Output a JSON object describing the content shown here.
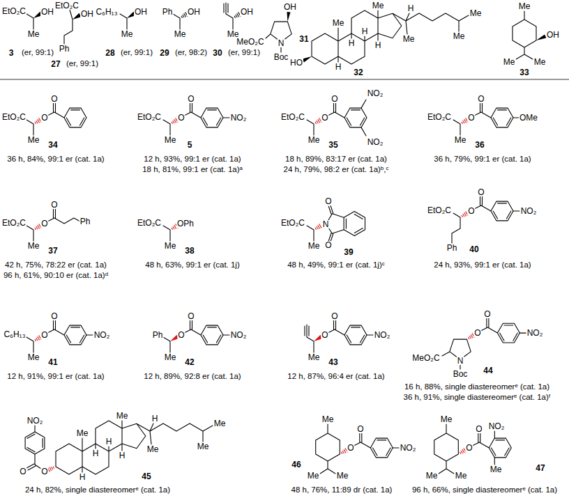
{
  "diagram": {
    "labels": [
      "EtO₂C",
      "OH",
      "Me",
      "3",
      "(er, 99:1)",
      "EtO₂C",
      "OH",
      "Ph",
      "27",
      "(er, 99:1)",
      "C₆H₁₃",
      "OH",
      "Me",
      "28",
      "(er, 99:1)",
      "Ph",
      "OH",
      "Me",
      "29",
      "(er, 98:2)",
      "OH",
      "Me",
      "30",
      "(er, 99:1)",
      "OH",
      "MeO₂C",
      "N",
      "Boc",
      "31",
      "Me",
      "Me",
      "H",
      "H",
      "H",
      "H",
      "Me",
      "Me",
      "Me",
      "HO",
      "H",
      "32",
      "Me",
      "OH",
      "Me",
      "Me",
      "33",
      "EtO₂C",
      "O",
      "O",
      "Me",
      "34",
      "36 h, 84%, 99:1 er (cat. 1a)",
      "EtO₂C",
      "O",
      "O",
      "NO₂",
      "Me",
      "5",
      "12 h, 93%, 99:1 er (cat. 1a)",
      "18 h, 81%, 99:1 er (cat. 1a)ᵃ",
      "EtO₂C",
      "O",
      "O",
      "NO₂",
      "NO₂",
      "Me",
      "35",
      "18 h, 89%, 83:17 er (cat. 1a)",
      "24 h, 79%, 98:2 er (cat. 1a)ᵇ,ᶜ",
      "EtO₂C",
      "O",
      "O",
      "OMe",
      "Me",
      "36",
      "36 h, 79%, 99:1 er (cat. 1a)",
      "EtO₂C",
      "O",
      "O",
      "Ph",
      "Me",
      "37",
      "42 h, 75%, 78:22 er (cat. 1a)",
      "96 h, 61%, 90:10 er (cat. 1a)ᵈ",
      "EtO₂C",
      "OPh",
      "Me",
      "38",
      "48 h, 63%, 99:1 er (cat. 1j)",
      "EtO₂C",
      "O",
      "N",
      "O",
      "Me",
      "39",
      "48 h, 49%, 99:1 er (cat. 1j)ᶜ",
      "EtO₂C",
      "O",
      "O",
      "NO₂",
      "Ph",
      "40",
      "24 h, 93%, 99:1 er (cat. 1a)",
      "C₆H₁₃",
      "O",
      "O",
      "NO₂",
      "Me",
      "41",
      "12 h, 91%, 99:1 er (cat. 1a)",
      "Ph",
      "O",
      "O",
      "NO₂",
      "Me",
      "42",
      "12 h, 89%, 92:8 er (cat. 1a)",
      "O",
      "O",
      "NO₂",
      "Me",
      "43",
      "12 h, 87%, 96:4 er (cat. 1a)",
      "O",
      "O",
      "NO₂",
      "MeO₂C",
      "N",
      "Boc",
      "44",
      "16 h, 88%, single diastereomerᵉ (cat. 1a)",
      "36 h, 91%, single diastereomerᵉ (cat. 1a)ᶠ",
      "NO₂",
      "O",
      "O",
      "Me",
      "Me",
      "H",
      "H",
      "H",
      "H",
      "Me",
      "Me",
      "Me",
      "H",
      "45",
      "24 h, 82%, single diastereomerᵉ (cat. 1a)",
      "Me",
      "O",
      "O",
      "NO₂",
      "Me",
      "Me",
      "46",
      "48 h, 76%, 11:89 dr (cat. 1a)",
      "Me",
      "O",
      "O",
      "NO₂",
      "Me",
      "Me",
      "Me",
      "47",
      "96 h, 66%, single diastereomerᵉ (cat. 1a)"
    ]
  }
}
